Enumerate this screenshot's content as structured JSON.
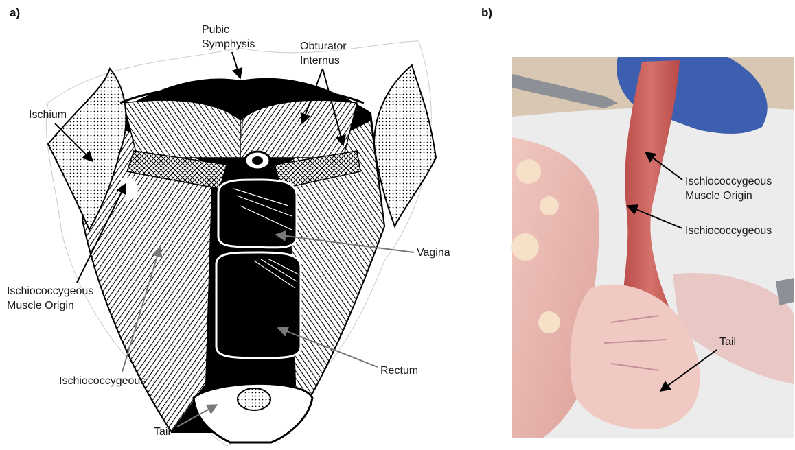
{
  "panel_a": {
    "panel_label": "a)",
    "labels": {
      "pubic_symphysis_line1": "Pubic",
      "pubic_symphysis_line2": "Symphysis",
      "obturator_line1": "Obturator",
      "obturator_line2": "Internus",
      "ischium": "Ischium",
      "vagina": "Vagina",
      "origin_line1": "Ischiococcygeous",
      "origin_line2": "Muscle Origin",
      "ischiococcygeous": "Ischiococcygeous",
      "rectum": "Rectum",
      "tail": "Tail"
    }
  },
  "panel_b": {
    "panel_label": "b)",
    "labels": {
      "origin_line1": "Ischiococcygeous",
      "origin_line2": "Muscle Origin",
      "ischiococcygeous": "Ischiococcygeous",
      "tail": "Tail"
    }
  },
  "colors": {
    "ink": "#000000",
    "grey_arrow": "#7a7a7a",
    "tissue_pink": "#e9b3ae",
    "muscle_red": "#c45a56",
    "glove_blue": "#3d5fb0",
    "drape": "#eeeeee"
  }
}
